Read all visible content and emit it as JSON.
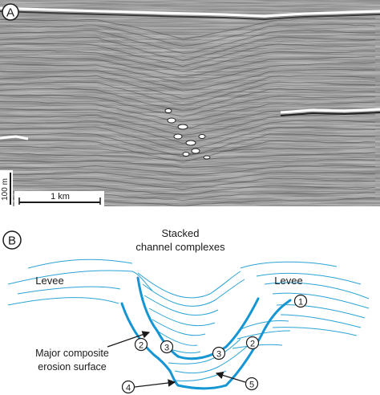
{
  "panel_a": {
    "letter": "A",
    "vertical_scale": "100 m",
    "horizontal_scale": "1 km"
  },
  "panel_b": {
    "letter": "B",
    "title_line1": "Stacked",
    "title_line2": "channel complexes",
    "levee_left": "Levee",
    "levee_right": "Levee",
    "erosion_line1": "Major composite",
    "erosion_line2": "erosion surface",
    "markers": [
      "1",
      "2",
      "3",
      "3",
      "2",
      "4",
      "5"
    ],
    "colors": {
      "seismic_line": "#2aa3d6",
      "erosion_surface": "#1596d4",
      "ink": "#1a1a1a"
    }
  }
}
